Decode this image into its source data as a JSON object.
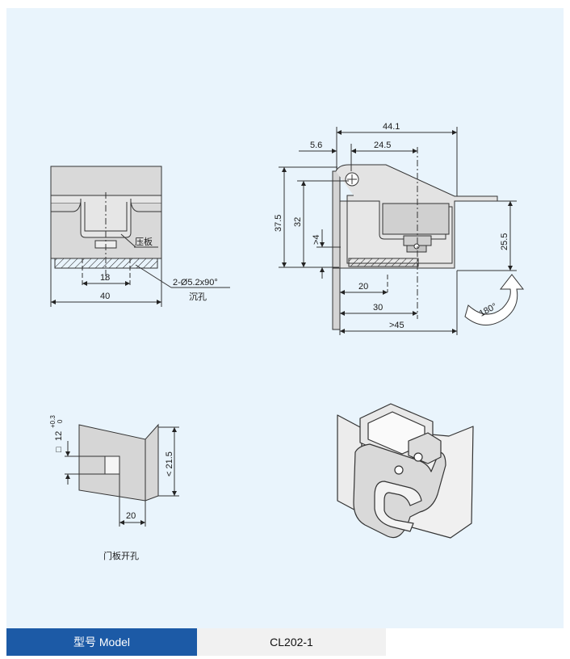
{
  "front_view": {
    "plate_label": "压板",
    "dim_inner": "18",
    "dim_outer": "40",
    "hole_spec": "2-Ø5.2x90°",
    "hole_type": "沉孔"
  },
  "side_view": {
    "dim_total_width": "44.1",
    "dim_offset": "5.6",
    "dim_center": "24.5",
    "dim_total_height": "37.5",
    "dim_height": "32",
    "dim_min_gap": ">4",
    "dim_right_height": "25.5",
    "dim_bottom_20": "20",
    "dim_bottom_30": "30",
    "dim_bottom_min": ">45",
    "rotation": "180°"
  },
  "cutout_view": {
    "square_symbol": "□",
    "square_size": "12",
    "tol_upper": "+0.3",
    "tol_lower": "0",
    "dim_height": "< 21.5",
    "dim_width": "20",
    "caption": "门板开孔"
  },
  "model": {
    "label": "型号 Model",
    "value": "CL202-1"
  },
  "colors": {
    "panel": "#e9f4fc",
    "header": "#1c5aa6",
    "value_cell": "#f1f1f1",
    "part_fill": "#d7d7d7"
  }
}
